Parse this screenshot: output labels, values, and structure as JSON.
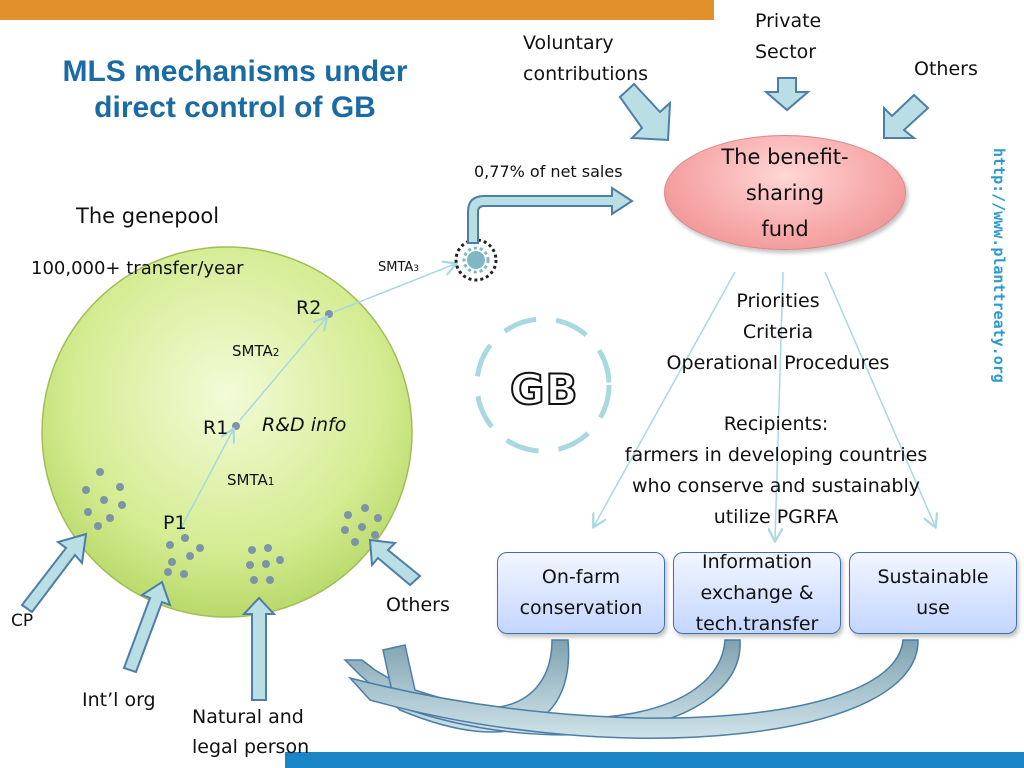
{
  "title": "MLS mechanisms under direct control of GB",
  "genepool": {
    "heading": "The genepool",
    "transfers": "100,000+ transfer/year",
    "nodes": {
      "p1": "P1",
      "r1": "R1",
      "r2": "R2"
    },
    "smta1": "SMTA",
    "smta1_sub": "1",
    "smta2": "SMTA",
    "smta2_sub": "2",
    "smta3": "SMTA",
    "smta3_sub": "3",
    "rd_info": "R&D info"
  },
  "inputs_left": {
    "cp": "CP",
    "intl_org": "Int’l org",
    "natural_legal": [
      "Natural and",
      "legal person"
    ],
    "others": "Others"
  },
  "net_sales": "0,77% of net sales",
  "fund": {
    "label_lines": [
      "The benefit-",
      "sharing",
      "fund"
    ]
  },
  "contributors": {
    "voluntary": [
      "Voluntary",
      "contributions"
    ],
    "private": [
      "Private",
      "Sector"
    ],
    "others": "Others"
  },
  "center_text": {
    "priorities": "Priorities",
    "criteria": "Criteria",
    "procedures": "Operational Procedures",
    "recipients": "Recipients:",
    "recipients_desc": [
      "farmers in developing countries",
      "who conserve and sustainably",
      "utilize PGRFA"
    ]
  },
  "gb_label": "GB",
  "url": "http://www.planttreaty.org",
  "boxes": [
    {
      "lines": [
        "On-farm",
        "conservation"
      ]
    },
    {
      "lines": [
        "Information",
        "exchange &",
        "tech.transfer"
      ]
    },
    {
      "lines": [
        "Sustainable",
        "use"
      ]
    }
  ],
  "colors": {
    "title": "#1a6aa3",
    "top_bar": "#e2902b",
    "bottom_bar": "#1a86c7",
    "arrow_fill": "#b9dee4",
    "arrow_stroke": "#4d7ea8",
    "circle_fill": "#cfe98a",
    "fund_fill": "#f6a5a5",
    "box_fill": "#c3d6ff",
    "url": "#2b9ad0"
  }
}
